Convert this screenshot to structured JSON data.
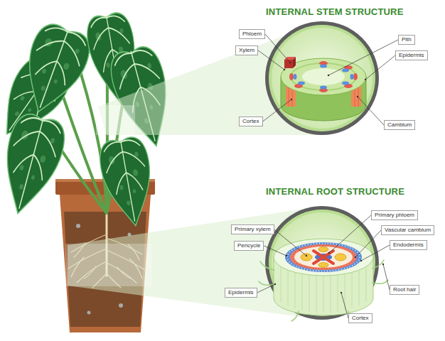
{
  "diagram": {
    "nodes": [
      {
        "text": [
          "INTERNAL STEM STRUCTURE"
        ]
      },
      {
        "text": [
          "Phloem"
        ]
      },
      {
        "text": [
          "Xylem"
        ]
      },
      {
        "text": [
          "Cortex"
        ]
      },
      {
        "text": [
          "Pith"
        ]
      },
      {
        "text": [
          "Epidermis"
        ]
      },
      {
        "text": [
          "Cambium"
        ]
      },
      {
        "text": [
          "INTERNAL ROOT STRUCTURE"
        ]
      },
      {
        "text": [
          "Primary xylem"
        ]
      },
      {
        "text": [
          "Pericycle"
        ]
      },
      {
        "text": [
          "Epidermis"
        ]
      },
      {
        "text": [
          "Primary phloem"
        ]
      },
      {
        "text": [
          "Vascular cambium"
        ]
      },
      {
        "text": [
          "Endodermis"
        ]
      },
      {
        "text": [
          "Root hair"
        ]
      },
      {
        "text": [
          "Cortex"
        ]
      }
    ]
  }
}
